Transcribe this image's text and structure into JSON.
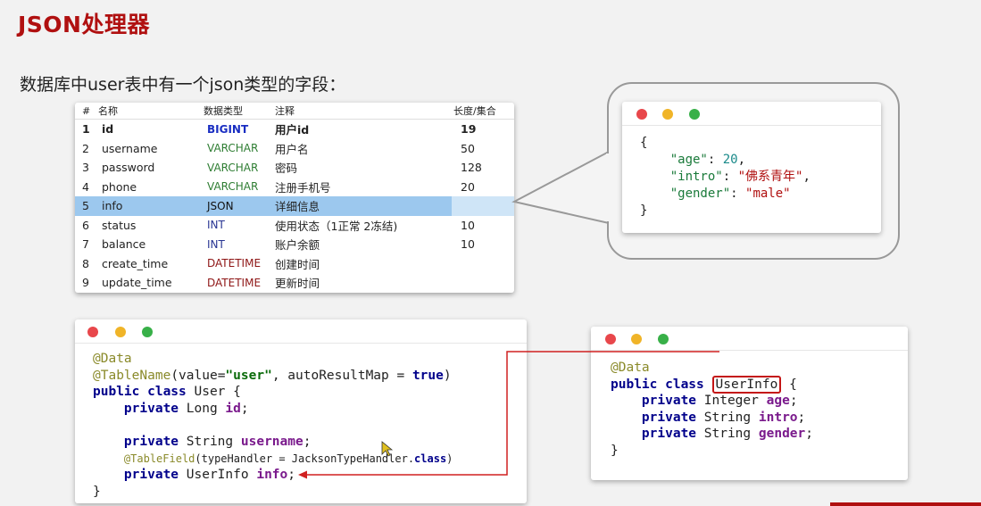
{
  "title": "JSON处理器",
  "subtitle": "数据库中user表中有一个json类型的字段：",
  "table": {
    "headers": [
      "#",
      "名称",
      "数据类型",
      "注释",
      "长度/集合"
    ],
    "rows": [
      {
        "num": "1",
        "name": "id",
        "type": "BIGINT",
        "comment": "用户id",
        "len": "19"
      },
      {
        "num": "2",
        "name": "username",
        "type": "VARCHAR",
        "comment": "用户名",
        "len": "50"
      },
      {
        "num": "3",
        "name": "password",
        "type": "VARCHAR",
        "comment": "密码",
        "len": "128"
      },
      {
        "num": "4",
        "name": "phone",
        "type": "VARCHAR",
        "comment": "注册手机号",
        "len": "20"
      },
      {
        "num": "5",
        "name": "info",
        "type": "JSON",
        "comment": "详细信息",
        "len": ""
      },
      {
        "num": "6",
        "name": "status",
        "type": "INT",
        "comment": "使用状态（1正常 2冻结)",
        "len": "10"
      },
      {
        "num": "7",
        "name": "balance",
        "type": "INT",
        "comment": "账户余额",
        "len": "10"
      },
      {
        "num": "8",
        "name": "create_time",
        "type": "DATETIME",
        "comment": "创建时间",
        "len": ""
      },
      {
        "num": "9",
        "name": "update_time",
        "type": "DATETIME",
        "comment": "更新时间",
        "len": ""
      }
    ]
  },
  "json_example": {
    "open": "{",
    "age_key": "\"age\"",
    "age_val": "20",
    "intro_key": "\"intro\"",
    "intro_val": "\"佛系青年\"",
    "gender_key": "\"gender\"",
    "gender_val": "\"male\"",
    "close": "}"
  },
  "user_code": {
    "l1": "@Data",
    "l2_ann": "@TableName",
    "l2_a": "(value=",
    "l2_str": "\"user\"",
    "l2_b": ", autoResultMap = ",
    "l2_kw": "true",
    "l2_c": ")",
    "l3_kw": "public class",
    "l3_rest": " User {",
    "l4_kw": "private",
    "l4_type": " Long ",
    "l4_fld": "id",
    "l4_end": ";",
    "l5_kw": "private",
    "l5_type": " String ",
    "l5_fld": "username",
    "l5_end": ";",
    "l6_ann": "@TableField",
    "l6_a": "(typeHandler = JacksonTypeHandler.",
    "l6_kw": "class",
    "l6_b": ")",
    "l7_kw": "private",
    "l7_type": " UserInfo ",
    "l7_fld": "info",
    "l7_end": ";",
    "l8": "}"
  },
  "userinfo_code": {
    "l1": "@Data",
    "l2_kw": "public class",
    "l2_cls": "UserInfo",
    "l2_end": "{",
    "l3_kw": "private",
    "l3_type": " Integer ",
    "l3_fld": "age",
    "l3_end": ";",
    "l4_kw": "private",
    "l4_type": " String ",
    "l4_fld": "intro",
    "l4_end": ";",
    "l5_kw": "private",
    "l5_type": " String ",
    "l5_fld": "gender",
    "l5_end": ";",
    "l6": "}"
  },
  "colors": {
    "title": "#b01010",
    "selected_row": "#9cc8ee",
    "link_arrow": "#d02020"
  }
}
